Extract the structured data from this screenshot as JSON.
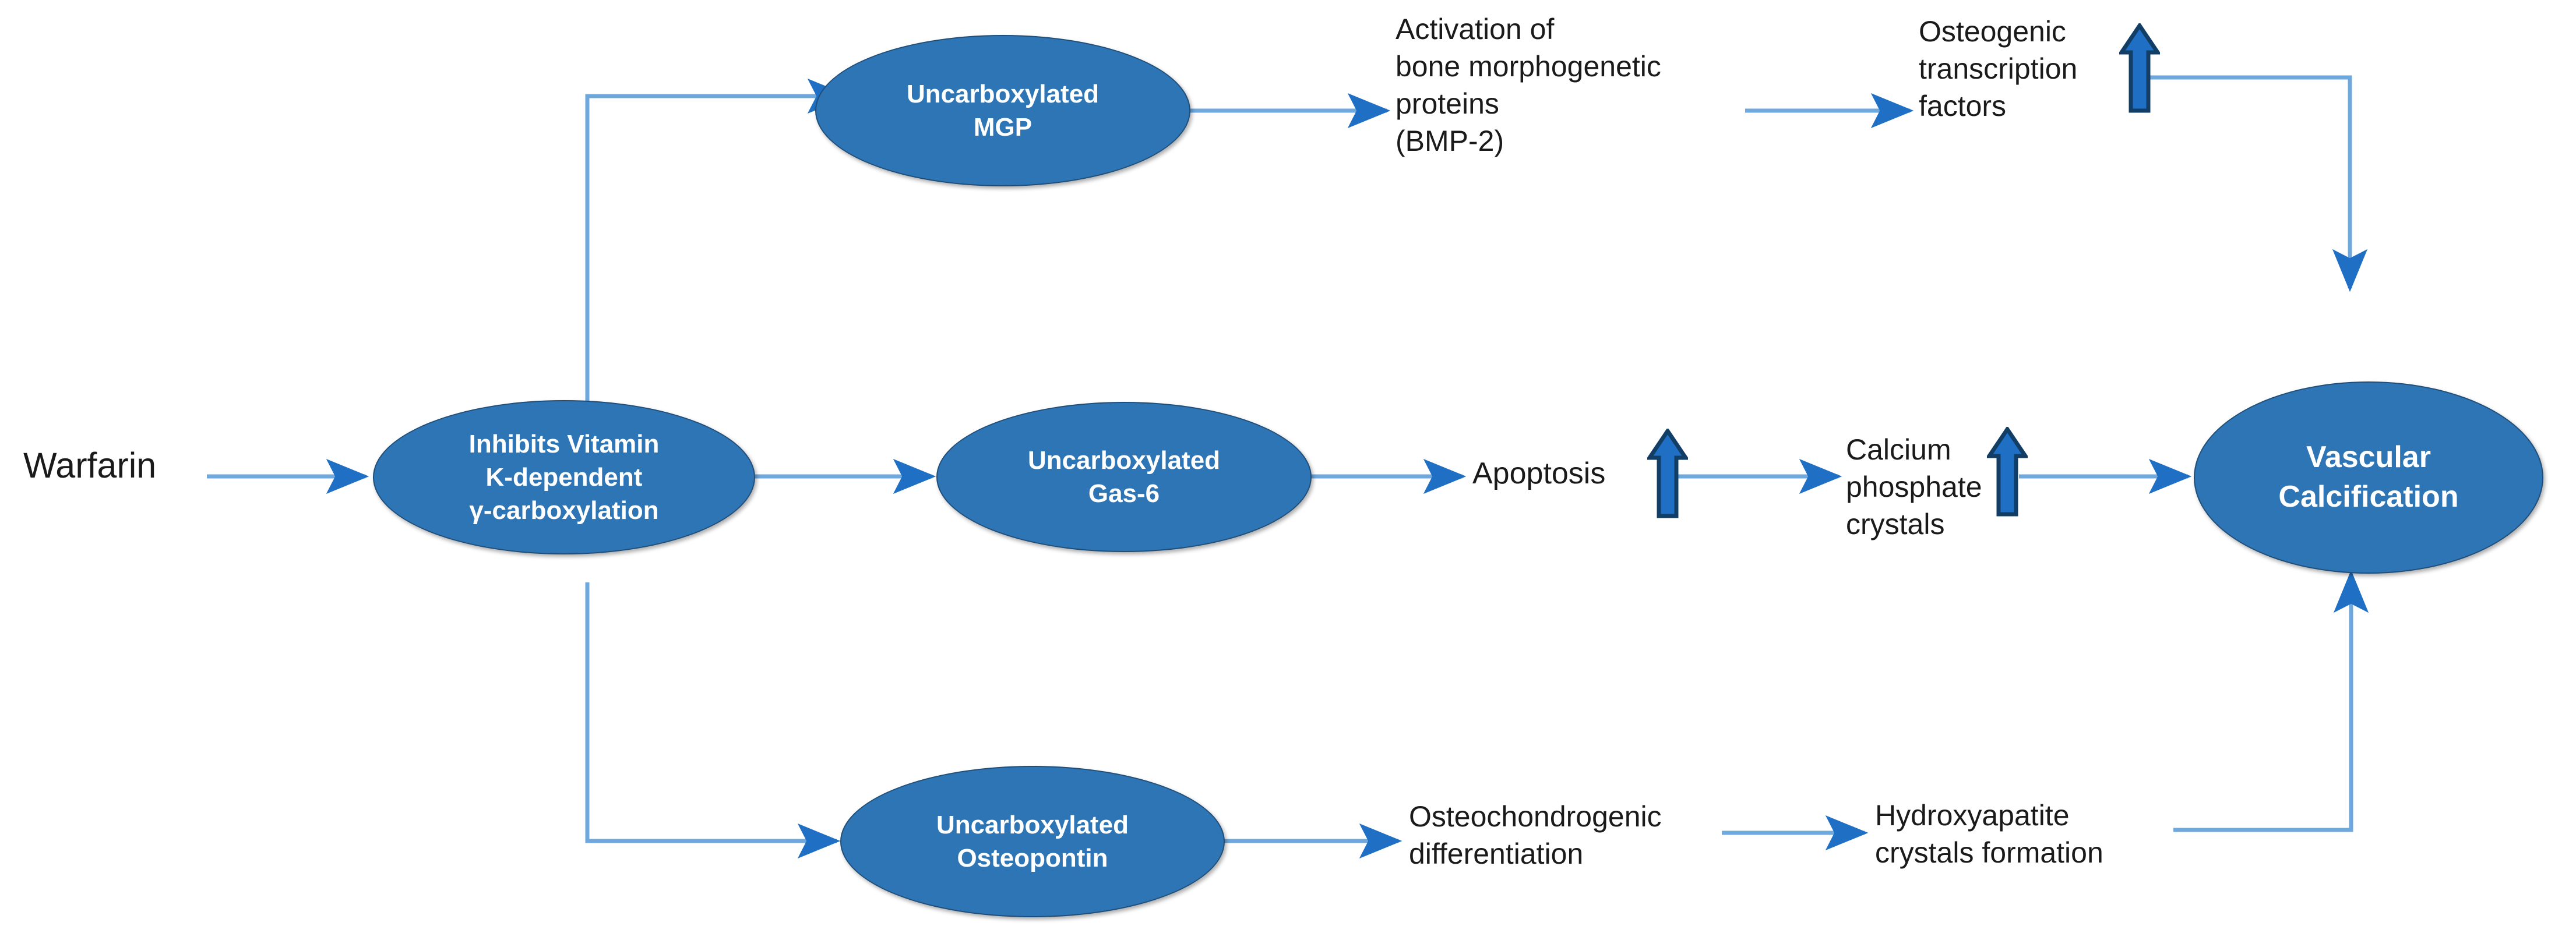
{
  "diagram": {
    "title": "Warfarin-induced vascular calcification pathway",
    "colors": {
      "node_fill": "#2E75B6",
      "node_stroke": "#1f4e79",
      "node_text": "#ffffff",
      "connector": "#6FA8DC",
      "arrowhead": "#1F6FC4",
      "up_arrow": "#1F6FC4",
      "up_arrow_stroke": "#123E66",
      "label_text": "#1a1a1a",
      "background": "#ffffff"
    },
    "start_label": "Warfarin",
    "nodes": [
      {
        "id": "inhibits",
        "lines": [
          "Inhibits Vitamin",
          "K-dependent",
          "γ-carboxylation"
        ]
      },
      {
        "id": "ucmgp",
        "lines": [
          "Uncarboxylated",
          "MGP"
        ]
      },
      {
        "id": "ucgas6",
        "lines": [
          "Uncarboxylated",
          "Gas-6"
        ]
      },
      {
        "id": "ucopn",
        "lines": [
          "Uncarboxylated",
          "Osteopontin"
        ]
      },
      {
        "id": "vascalc",
        "lines": [
          "Vascular",
          "Calcification"
        ]
      }
    ],
    "labels": {
      "bmp": "Activation of\nbone morphogenetic\nproteins\n(BMP-2)",
      "osteogenic": "Osteogenic\ntranscription\nfactors",
      "apoptosis": "Apoptosis",
      "calcium": "Calcium\nphosphate\ncrystals",
      "osteochondro": "Osteochondrogenic\ndifferentiation",
      "hydroxyapatite": "Hydroxyapatite\ncrystals formation"
    },
    "up_arrows": [
      {
        "id": "up-osteogenic",
        "meaning": "increase"
      },
      {
        "id": "up-apoptosis",
        "meaning": "increase"
      },
      {
        "id": "up-calcium",
        "meaning": "increase"
      }
    ],
    "edges": [
      {
        "from": "Warfarin",
        "to": "Inhibits Vitamin K-dependent γ-carboxylation"
      },
      {
        "from": "Inhibits Vitamin K-dependent γ-carboxylation",
        "to": "Uncarboxylated MGP"
      },
      {
        "from": "Inhibits Vitamin K-dependent γ-carboxylation",
        "to": "Uncarboxylated Gas-6"
      },
      {
        "from": "Inhibits Vitamin K-dependent γ-carboxylation",
        "to": "Uncarboxylated Osteopontin"
      },
      {
        "from": "Uncarboxylated MGP",
        "to": "Activation of bone morphogenetic proteins (BMP-2)"
      },
      {
        "from": "Activation of bone morphogenetic proteins (BMP-2)",
        "to": "Osteogenic transcription factors"
      },
      {
        "from": "Osteogenic transcription factors",
        "to": "Vascular Calcification"
      },
      {
        "from": "Uncarboxylated Gas-6",
        "to": "Apoptosis"
      },
      {
        "from": "Apoptosis",
        "to": "Calcium phosphate crystals"
      },
      {
        "from": "Calcium phosphate crystals",
        "to": "Vascular Calcification"
      },
      {
        "from": "Uncarboxylated Osteopontin",
        "to": "Osteochondrogenic differentiation"
      },
      {
        "from": "Osteochondrogenic differentiation",
        "to": "Hydroxyapatite crystals formation"
      },
      {
        "from": "Hydroxyapatite crystals formation",
        "to": "Vascular Calcification"
      }
    ]
  }
}
